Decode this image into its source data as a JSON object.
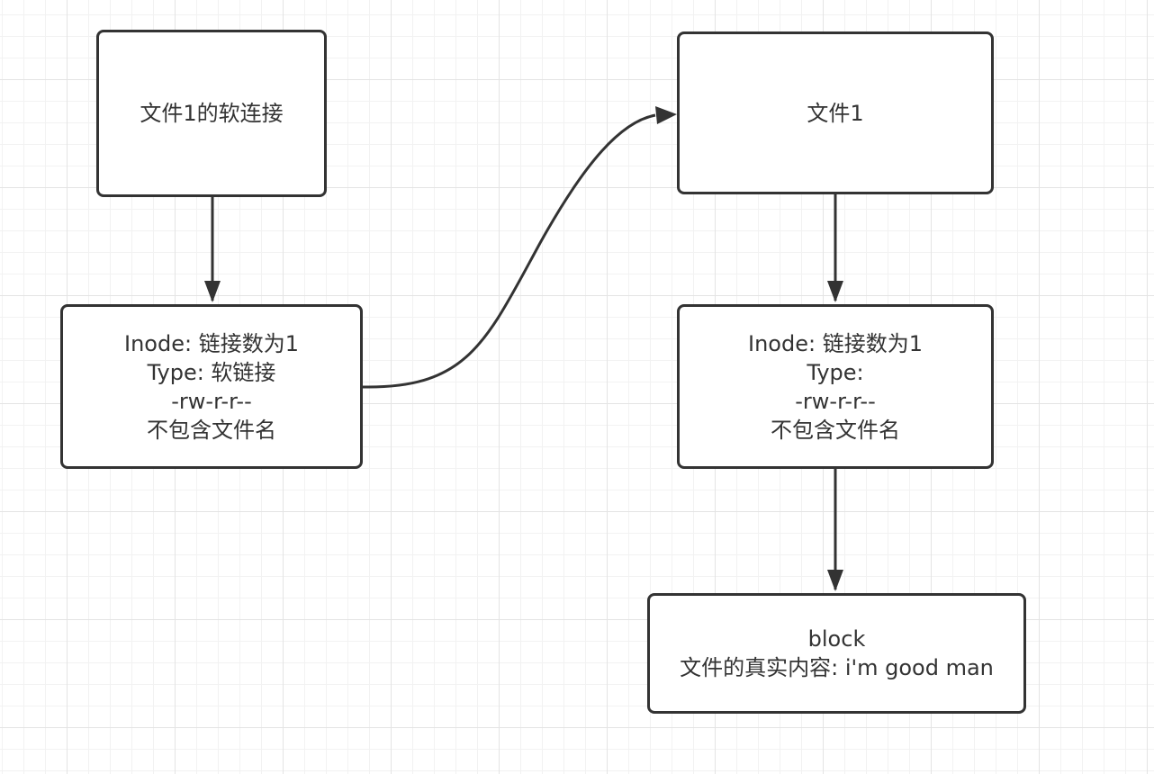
{
  "colors": {
    "stroke": "#333333",
    "node_fill": "#ffffff",
    "grid_major": "#e4e4e4",
    "grid_minor": "#f2f2f2"
  },
  "nodes": {
    "softlink": {
      "lines": [
        "文件1的软连接"
      ]
    },
    "inode_softlink": {
      "lines": [
        "Inode: 链接数为1",
        "Type: 软链接",
        "-rw-r-r--",
        "不包含文件名"
      ]
    },
    "file1": {
      "lines": [
        "文件1"
      ]
    },
    "inode_file1": {
      "lines": [
        "Inode: 链接数为1",
        "Type:",
        "-rw-r-r--",
        "不包含文件名"
      ]
    },
    "block": {
      "lines": [
        "block",
        "文件的真实内容: i'm good man"
      ]
    }
  },
  "edges": [
    {
      "from": "softlink",
      "to": "inode_softlink"
    },
    {
      "from": "inode_softlink",
      "to": "file1"
    },
    {
      "from": "file1",
      "to": "inode_file1"
    },
    {
      "from": "inode_file1",
      "to": "block"
    }
  ]
}
